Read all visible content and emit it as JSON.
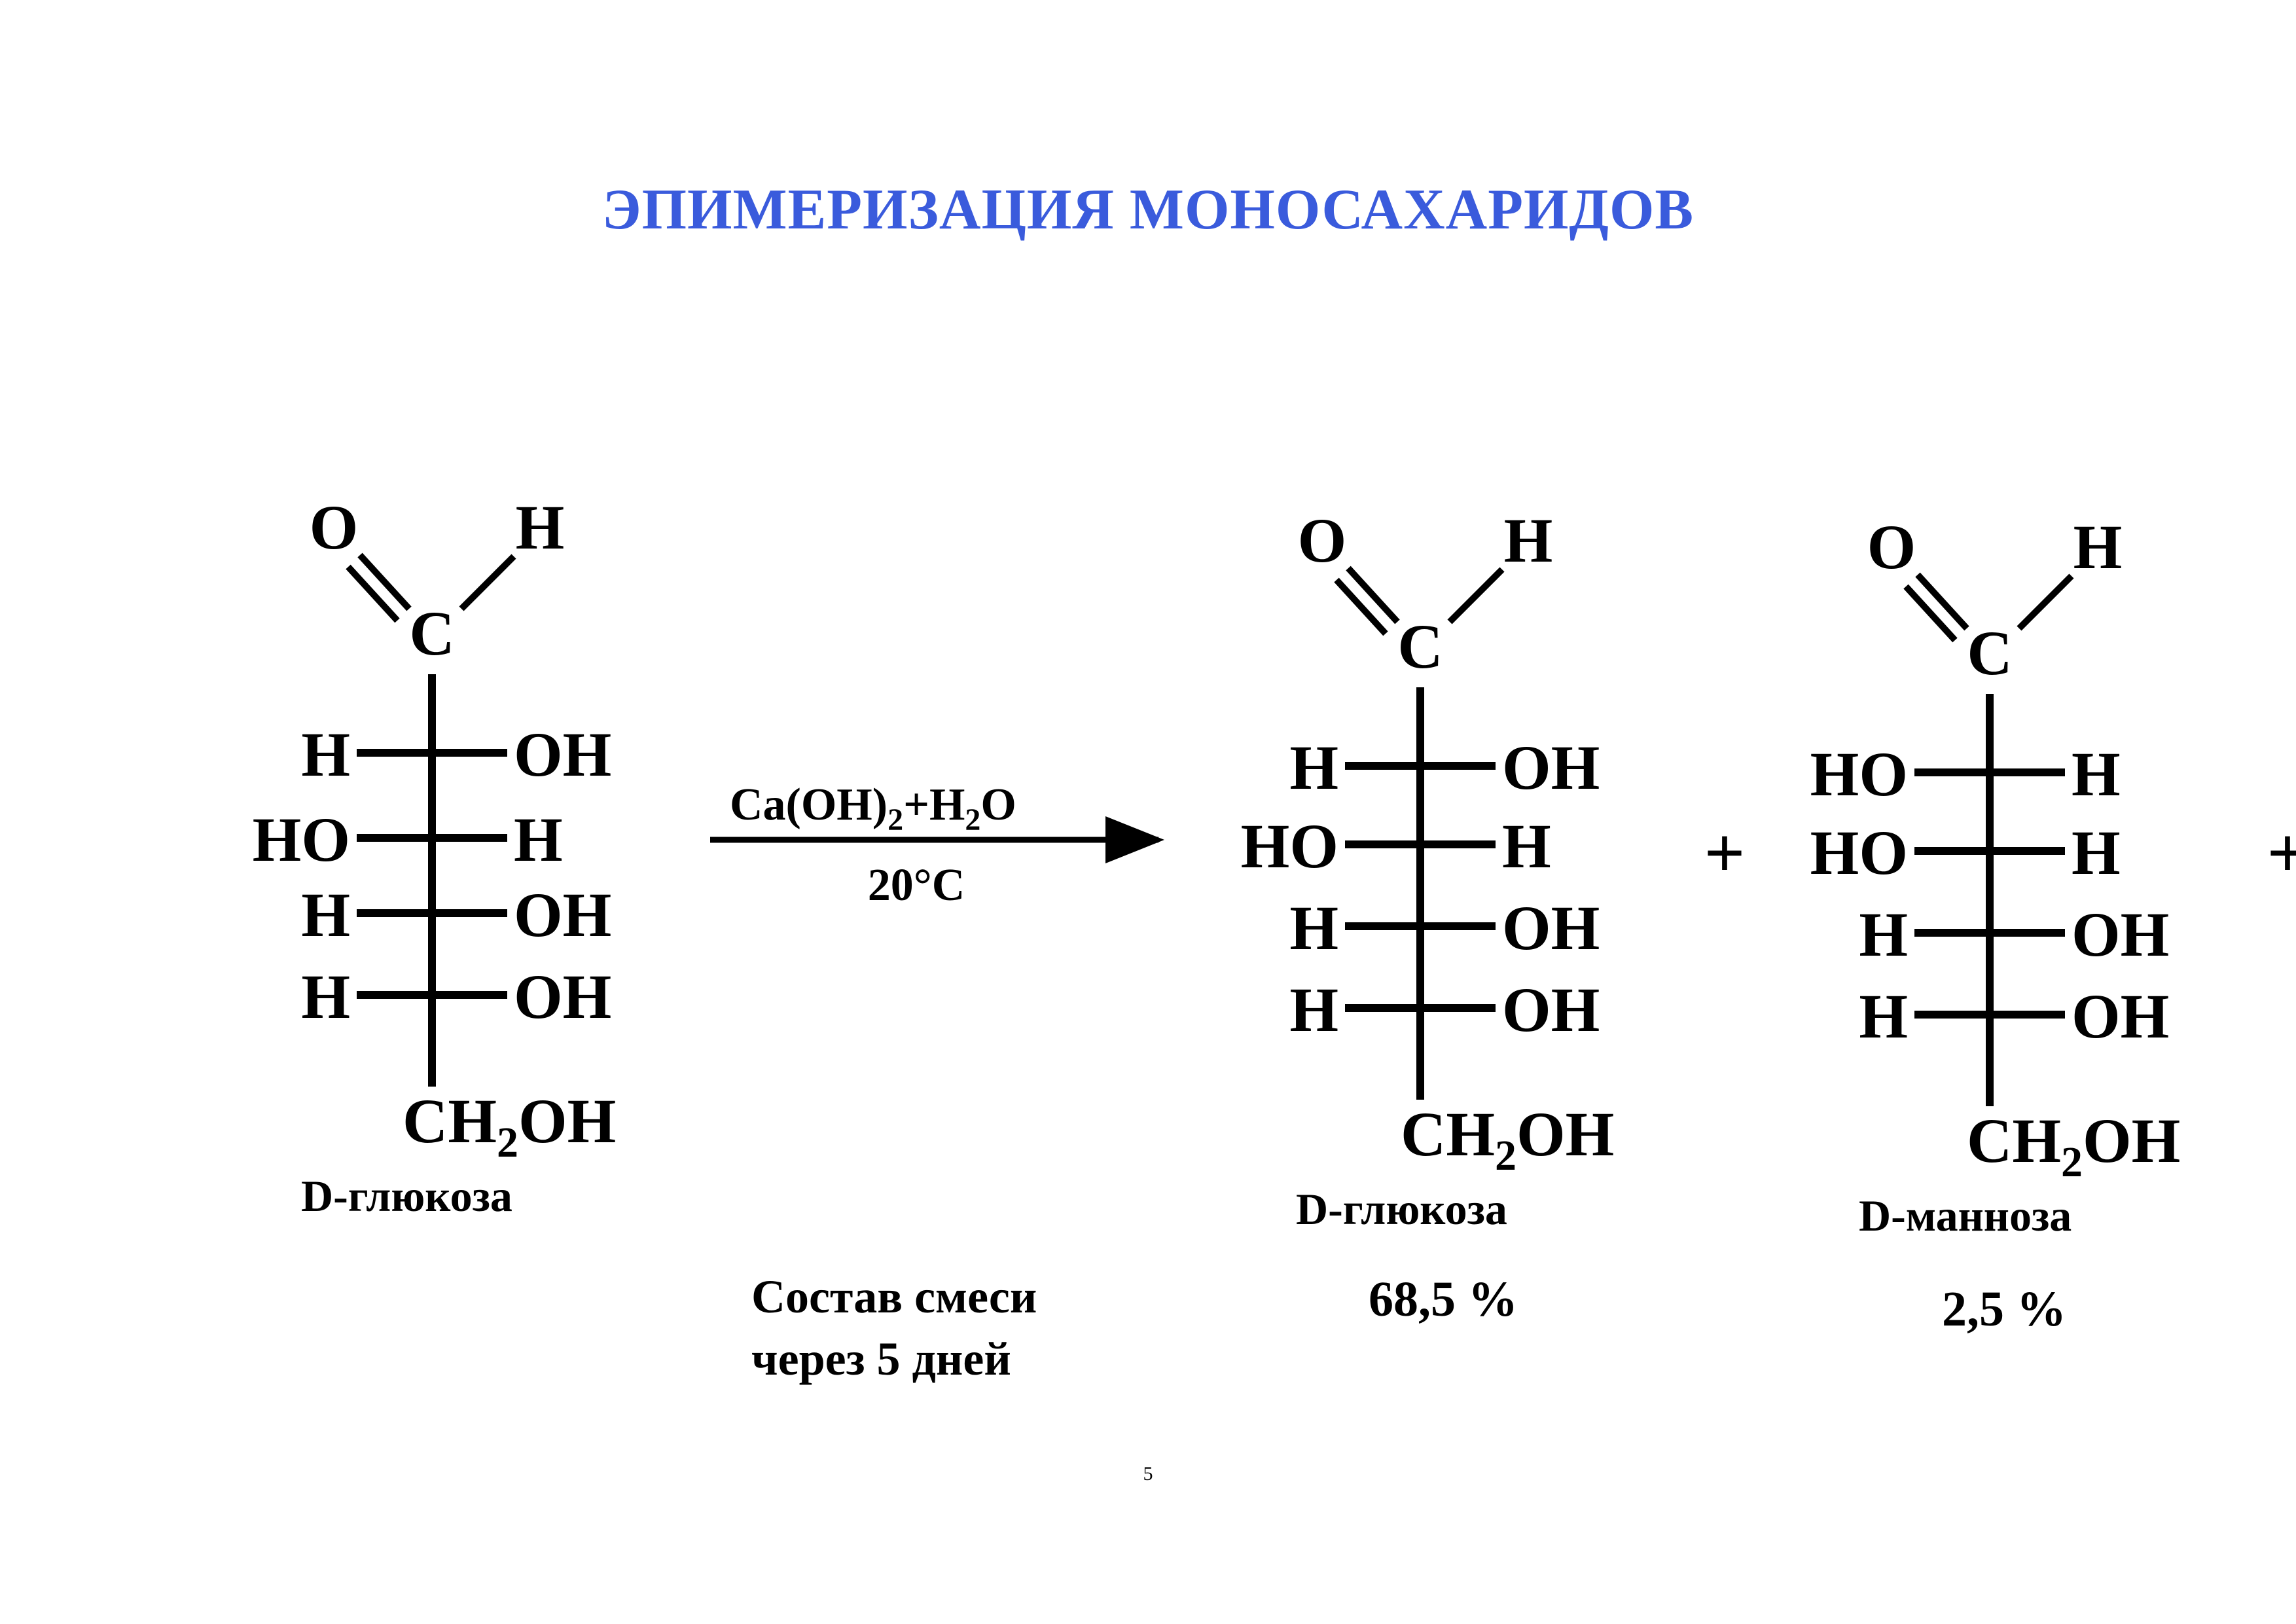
{
  "title": "ЭПИМЕРИЗАЦИЯ МОНОСАХАРИДОВ",
  "title_color": "#3a5bdc",
  "page_number": "5",
  "atoms": {
    "O": "O",
    "H": "H",
    "C": "C",
    "OH": "OH",
    "HO": "HO",
    "CH2OH_main": "CH",
    "CH2OH_sub": "2",
    "CH2OH_tail": "OH"
  },
  "reaction": {
    "reagent_main": "Ca(OH)",
    "reagent_sub1": "2",
    "reagent_mid": "+H",
    "reagent_sub2": "2",
    "reagent_end": "O",
    "condition": "20°C",
    "plus": "+"
  },
  "structures": [
    {
      "name": "D-глюкоза",
      "rows": [
        [
          "H",
          "OH"
        ],
        [
          "HO",
          "H"
        ],
        [
          "H",
          "OH"
        ],
        [
          "H",
          "OH"
        ]
      ]
    },
    {
      "name": "D-глюкоза",
      "rows": [
        [
          "H",
          "OH"
        ],
        [
          "HO",
          "H"
        ],
        [
          "H",
          "OH"
        ],
        [
          "H",
          "OH"
        ]
      ]
    },
    {
      "name": "D-манноза",
      "rows": [
        [
          "HO",
          "H"
        ],
        [
          "HO",
          "H"
        ],
        [
          "H",
          "OH"
        ],
        [
          "H",
          "OH"
        ]
      ]
    }
  ],
  "composition": {
    "line1": "Состав смеси",
    "line2": "через 5 дней",
    "values": [
      "68,5 %",
      "2,5 %"
    ]
  }
}
